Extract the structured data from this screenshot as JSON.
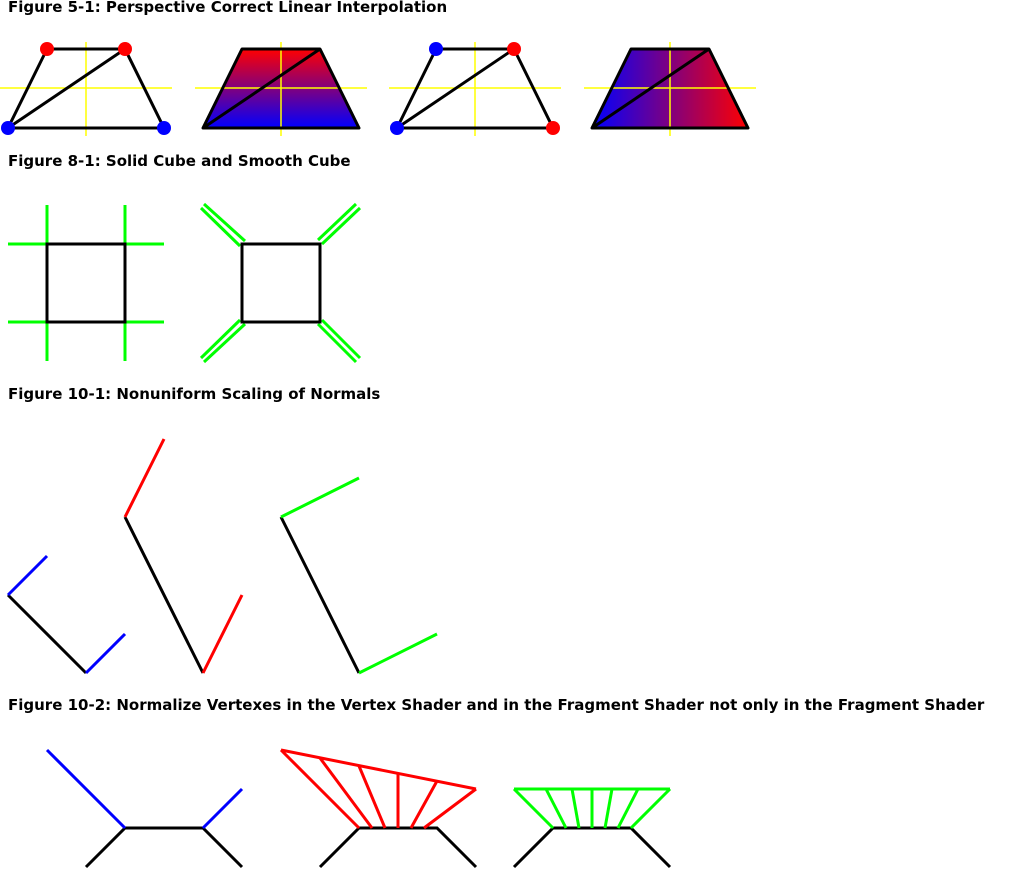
{
  "figures": {
    "fig_5_1": {
      "title": "Figure 5-1: Perspective Correct Linear Interpolation"
    },
    "fig_8_1": {
      "title": "Figure 8-1: Solid Cube and Smooth Cube"
    },
    "fig_10_1": {
      "title": "Figure 10-1: Nonuniform Scaling of Normals"
    },
    "fig_10_2": {
      "title": "Figure 10-2: Normalize Vertexes in the Vertex Shader and in the Fragment Shader not only in the Fragment Shader"
    }
  },
  "colors": {
    "outline": "#000000",
    "guide": "#ffff00",
    "red": "#ff0000",
    "blue": "#0000ff",
    "green": "#00ff00",
    "gradient_red": "#ff0000",
    "gradient_blue": "#0000ff"
  }
}
